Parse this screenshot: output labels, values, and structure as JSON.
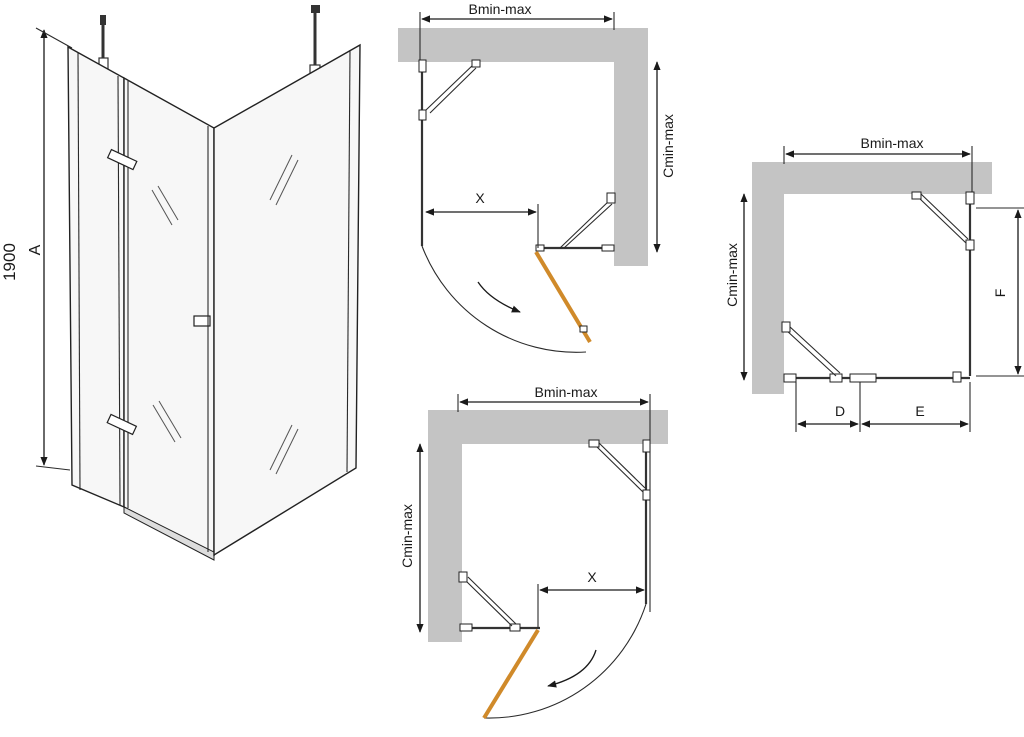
{
  "colors": {
    "wall": "#c4c4c4",
    "door_panel": "#d08a2a",
    "lines": "#1a1a1a"
  },
  "perspective_view": {
    "height_value": "1900",
    "height_label": "A"
  },
  "top_plan": {
    "width_label": "Bmin-max",
    "depth_label": "Cmin-max",
    "opening_label": "X"
  },
  "bottom_plan": {
    "width_label": "Bmin-max",
    "depth_label": "Cmin-max",
    "opening_label": "X"
  },
  "right_plan": {
    "width_label": "Bmin-max",
    "depth_label": "Cmin-max",
    "wall_offset_label": "F",
    "panel_d_label": "D",
    "panel_e_label": "E"
  }
}
